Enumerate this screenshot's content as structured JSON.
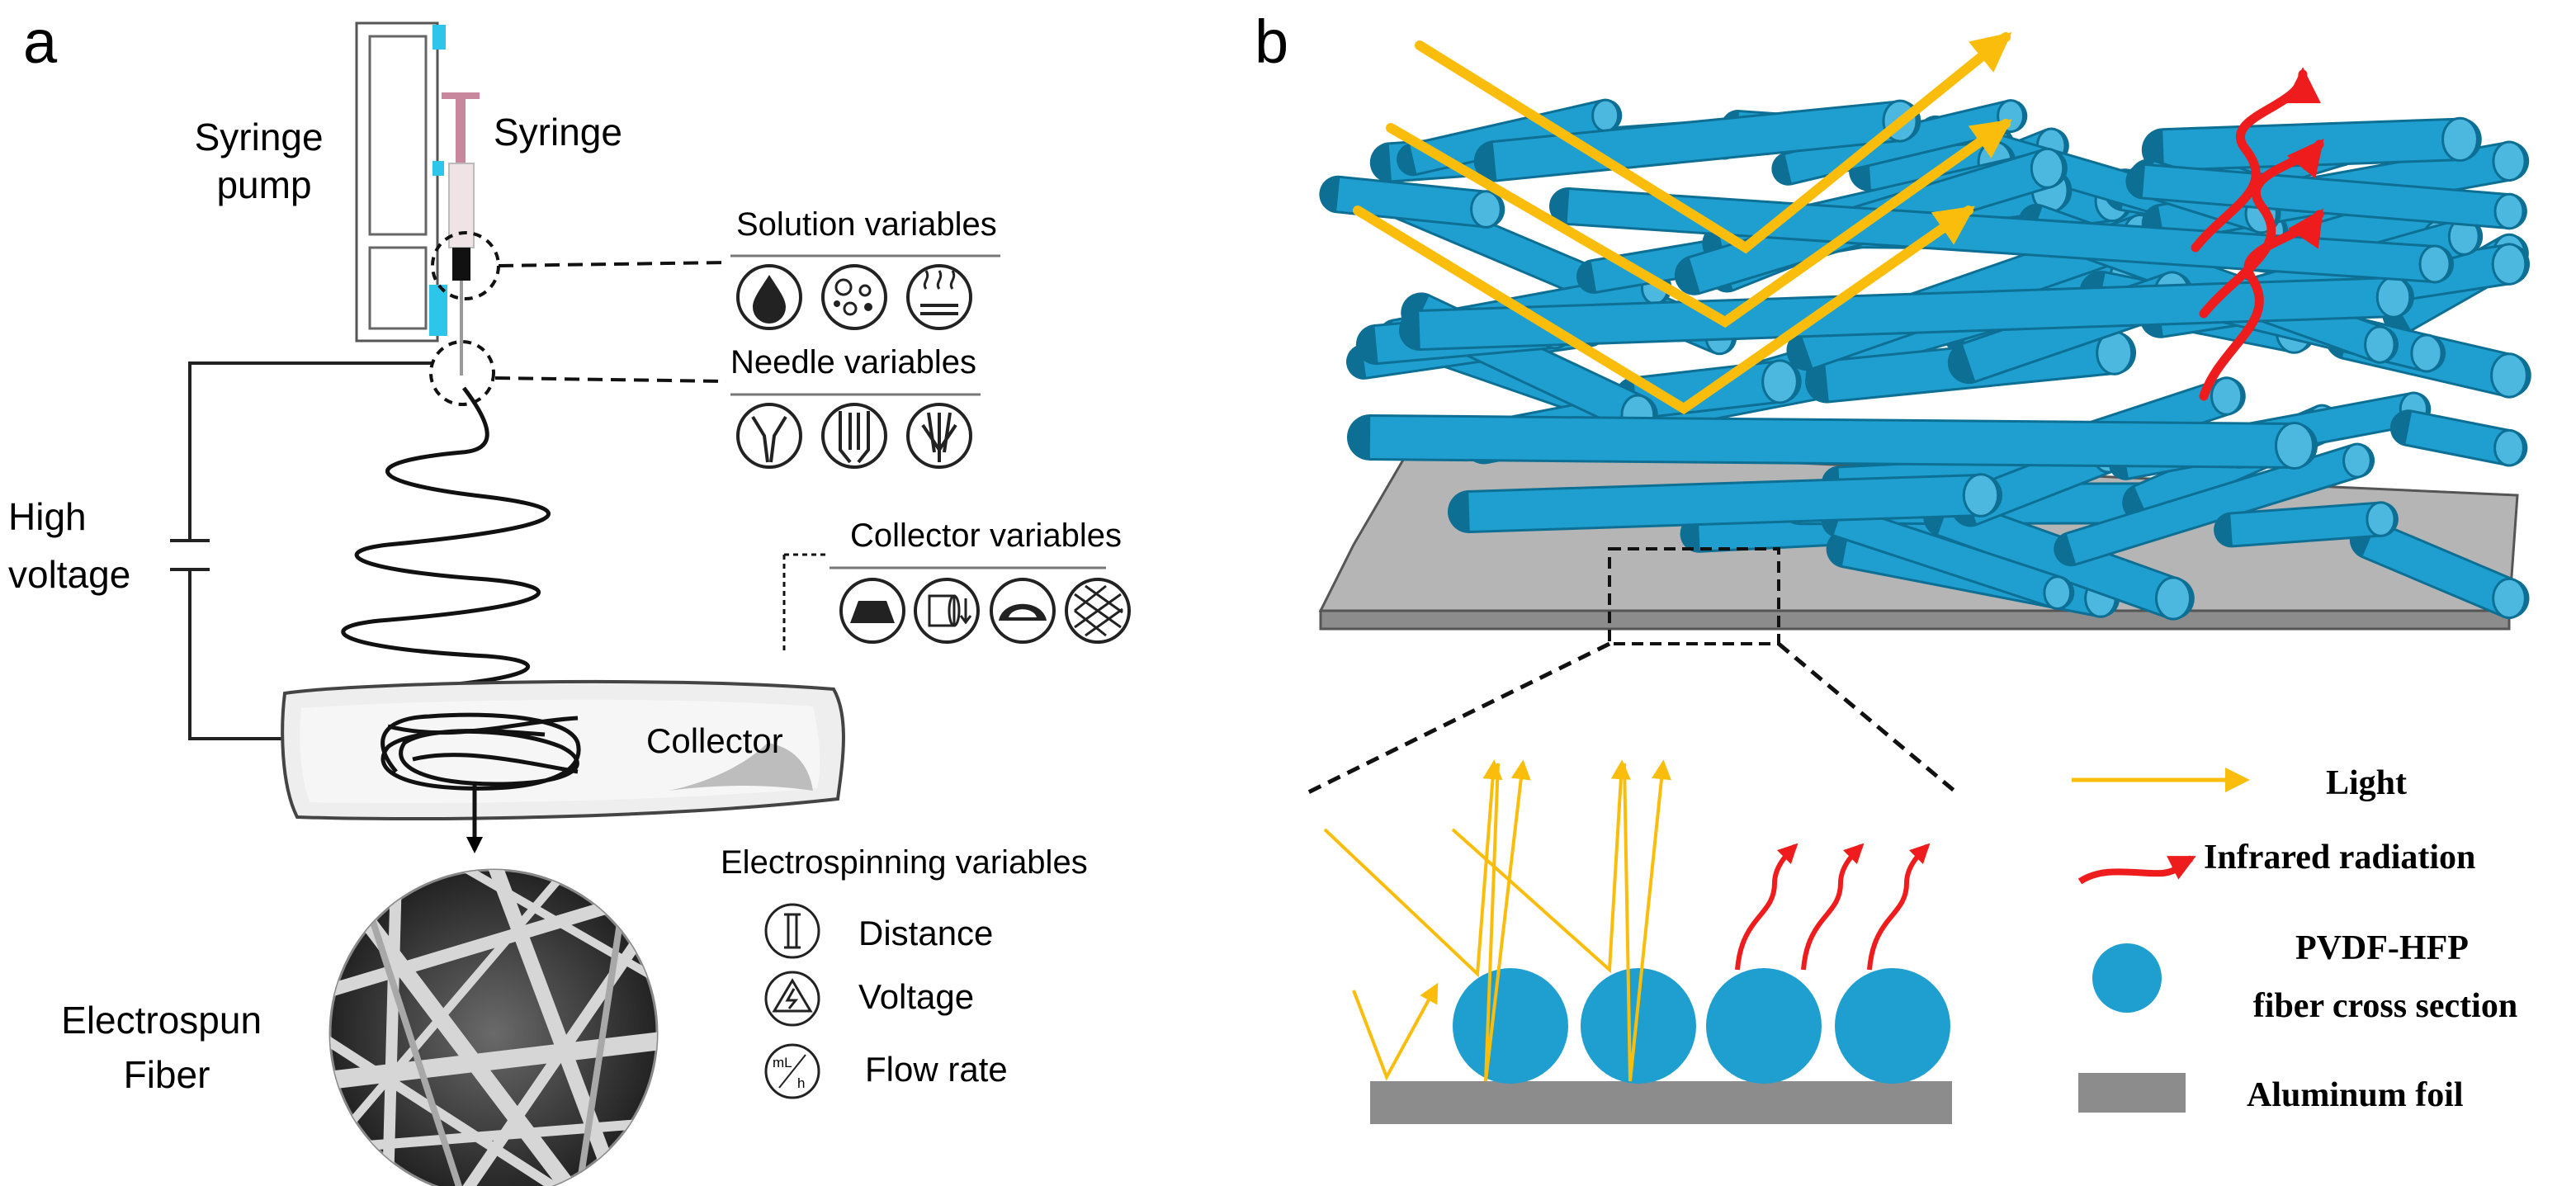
{
  "panel_a": {
    "letter": "a",
    "syringe_pump": [
      "Syringe",
      "pump"
    ],
    "syringe": "Syringe",
    "high_voltage": [
      "High",
      "voltage"
    ],
    "solution_variables": "Solution variables",
    "needle_variables": "Needle variables",
    "collector_variables": "Collector variables",
    "collector": "Collector",
    "electrospinning_variables": "Electrospinning  variables",
    "items": [
      {
        "icon": "distance-icon",
        "label": "Distance"
      },
      {
        "icon": "voltage-icon",
        "label": "Voltage"
      },
      {
        "icon": "flow-rate-icon",
        "label": "Flow rate",
        "icon_text": [
          "mL",
          "h"
        ]
      }
    ],
    "electrospun_fiber": [
      "Electrospun",
      "Fiber"
    ]
  },
  "panel_b": {
    "letter": "b",
    "legend": [
      {
        "icon": "light-arrow-icon",
        "label": "Light"
      },
      {
        "icon": "infrared-arrow-icon",
        "label": "Infrared radiation"
      },
      {
        "icon": "fiber-cross-section-icon",
        "label": [
          "PVDF-HFP",
          "fiber cross section"
        ]
      },
      {
        "icon": "aluminum-foil-icon",
        "label": "Aluminum foil"
      }
    ]
  },
  "colors": {
    "fiber_blue": "#1e9fd0",
    "fiber_dark": "#0d6f94",
    "light_yellow": "#fbbd0c",
    "infrared_red": "#ee1c1c",
    "foil_gray": "#8c8c8c",
    "pump_cyan": "#2ec5ea",
    "syringe_pink": "#c9879e"
  }
}
